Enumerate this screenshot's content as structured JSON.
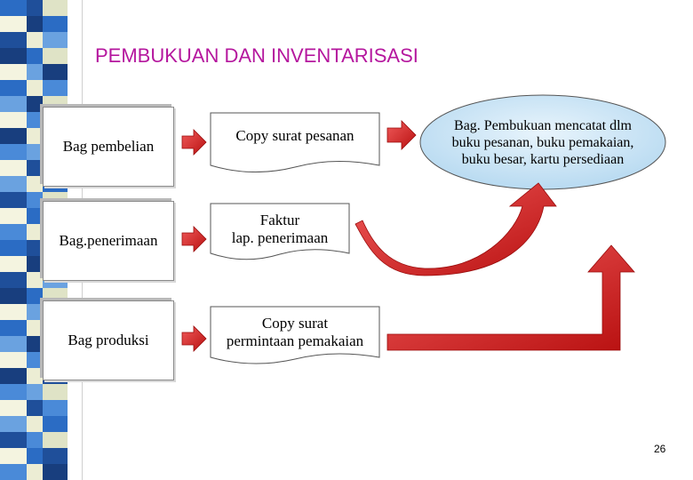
{
  "title": "PEMBUKUAN DAN INVENTARISASI",
  "departments": [
    {
      "label": "Bag pembelian"
    },
    {
      "label": "Bag.penerimaan"
    },
    {
      "label": "Bag produksi"
    }
  ],
  "documents": [
    {
      "label": "Copy surat pesanan"
    },
    {
      "label": "Faktur\nlap. penerimaan"
    },
    {
      "label": "Copy surat\npermintaan pemakaian"
    }
  ],
  "result": {
    "label": "Bag. Pembukuan mencatat dlm buku pesanan, buku pemakaian, buku besar, kartu persediaan"
  },
  "page_number": "26",
  "colors": {
    "title": "#b5179e",
    "arrow": "#d42020",
    "ellipse_fill": "#b4d8f0",
    "stripe_blue": "#2b6cc4",
    "stripe_cream": "#ecedd4"
  }
}
